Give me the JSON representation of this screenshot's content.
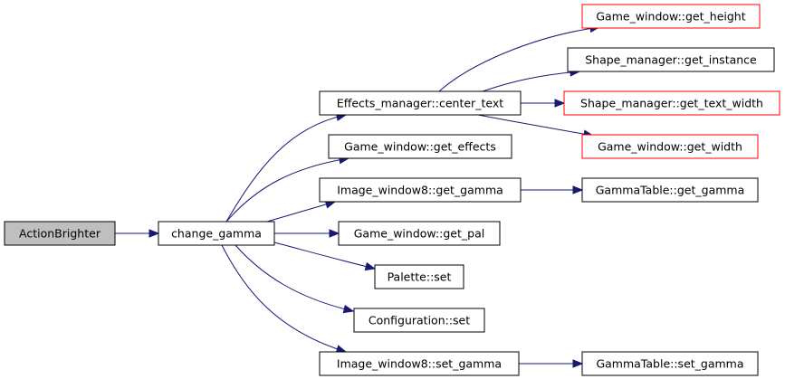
{
  "colors": {
    "edge": "#191970",
    "border_default": "#000000",
    "border_truncated": "#ff0000",
    "root_fill": "#bfbfbf",
    "node_fill": "#ffffff"
  },
  "nodes": [
    {
      "id": "ActionBrighter",
      "label": "ActionBrighter",
      "style": "root"
    },
    {
      "id": "change_gamma",
      "label": "change_gamma",
      "style": "normal"
    },
    {
      "id": "center_text",
      "label": "Effects_manager::center_text",
      "style": "normal"
    },
    {
      "id": "get_effects",
      "label": "Game_window::get_effects",
      "style": "normal"
    },
    {
      "id": "iw8_get_gamma",
      "label": "Image_window8::get_gamma",
      "style": "normal"
    },
    {
      "id": "get_pal",
      "label": "Game_window::get_pal",
      "style": "normal"
    },
    {
      "id": "palette_set",
      "label": "Palette::set",
      "style": "normal"
    },
    {
      "id": "config_set",
      "label": "Configuration::set",
      "style": "normal"
    },
    {
      "id": "iw8_set_gamma",
      "label": "Image_window8::set_gamma",
      "style": "normal"
    },
    {
      "id": "get_height",
      "label": "Game_window::get_height",
      "style": "truncated"
    },
    {
      "id": "get_instance",
      "label": "Shape_manager::get_instance",
      "style": "normal"
    },
    {
      "id": "get_text_width",
      "label": "Shape_manager::get_text_width",
      "style": "truncated"
    },
    {
      "id": "get_width",
      "label": "Game_window::get_width",
      "style": "truncated"
    },
    {
      "id": "gt_get_gamma",
      "label": "GammaTable::get_gamma",
      "style": "normal"
    },
    {
      "id": "gt_set_gamma",
      "label": "GammaTable::set_gamma",
      "style": "normal"
    }
  ],
  "edges": [
    {
      "from": "ActionBrighter",
      "to": "change_gamma"
    },
    {
      "from": "change_gamma",
      "to": "center_text"
    },
    {
      "from": "change_gamma",
      "to": "get_effects"
    },
    {
      "from": "change_gamma",
      "to": "iw8_get_gamma"
    },
    {
      "from": "change_gamma",
      "to": "get_pal"
    },
    {
      "from": "change_gamma",
      "to": "palette_set"
    },
    {
      "from": "change_gamma",
      "to": "config_set"
    },
    {
      "from": "change_gamma",
      "to": "iw8_set_gamma"
    },
    {
      "from": "center_text",
      "to": "get_height"
    },
    {
      "from": "center_text",
      "to": "get_instance"
    },
    {
      "from": "center_text",
      "to": "get_text_width"
    },
    {
      "from": "center_text",
      "to": "get_width"
    },
    {
      "from": "iw8_get_gamma",
      "to": "gt_get_gamma"
    },
    {
      "from": "iw8_set_gamma",
      "to": "gt_set_gamma"
    }
  ]
}
